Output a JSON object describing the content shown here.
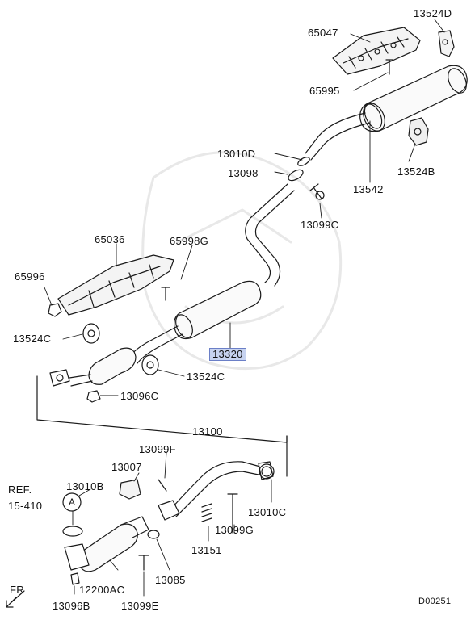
{
  "parts": [
    {
      "id": "p65047",
      "label": "65047"
    },
    {
      "id": "p13524D",
      "label": "13524D"
    },
    {
      "id": "p65995",
      "label": "65995"
    },
    {
      "id": "p13010D",
      "label": "13010D"
    },
    {
      "id": "p13098",
      "label": "13098"
    },
    {
      "id": "p13542",
      "label": "13542"
    },
    {
      "id": "p13524B",
      "label": "13524B"
    },
    {
      "id": "p13099C",
      "label": "13099C"
    },
    {
      "id": "p65036",
      "label": "65036"
    },
    {
      "id": "p65998G",
      "label": "65998G"
    },
    {
      "id": "p65996",
      "label": "65996"
    },
    {
      "id": "p13524C_a",
      "label": "13524C"
    },
    {
      "id": "p13320",
      "label": "13320",
      "highlighted": true
    },
    {
      "id": "p13524C_b",
      "label": "13524C"
    },
    {
      "id": "p13096C",
      "label": "13096C"
    },
    {
      "id": "p13100",
      "label": "13100"
    },
    {
      "id": "p13099F",
      "label": "13099F"
    },
    {
      "id": "p13007",
      "label": "13007"
    },
    {
      "id": "p13010B",
      "label": "13010B"
    },
    {
      "id": "p13010C",
      "label": "13010C"
    },
    {
      "id": "p13099G",
      "label": "13099G"
    },
    {
      "id": "p13151",
      "label": "13151"
    },
    {
      "id": "p13085",
      "label": "13085"
    },
    {
      "id": "p12200AC",
      "label": "12200AC"
    },
    {
      "id": "p13096B",
      "label": "13096B"
    },
    {
      "id": "p13099E",
      "label": "13099E"
    }
  ],
  "reference": {
    "line1": "REF.",
    "line2": "15-410",
    "marker": "A"
  },
  "front_label": "FR",
  "diagram_code": "D00251",
  "colors": {
    "line": "#1a1a1a",
    "highlight_fill": "#c7d3f0",
    "highlight_border": "#6b7fc7"
  }
}
